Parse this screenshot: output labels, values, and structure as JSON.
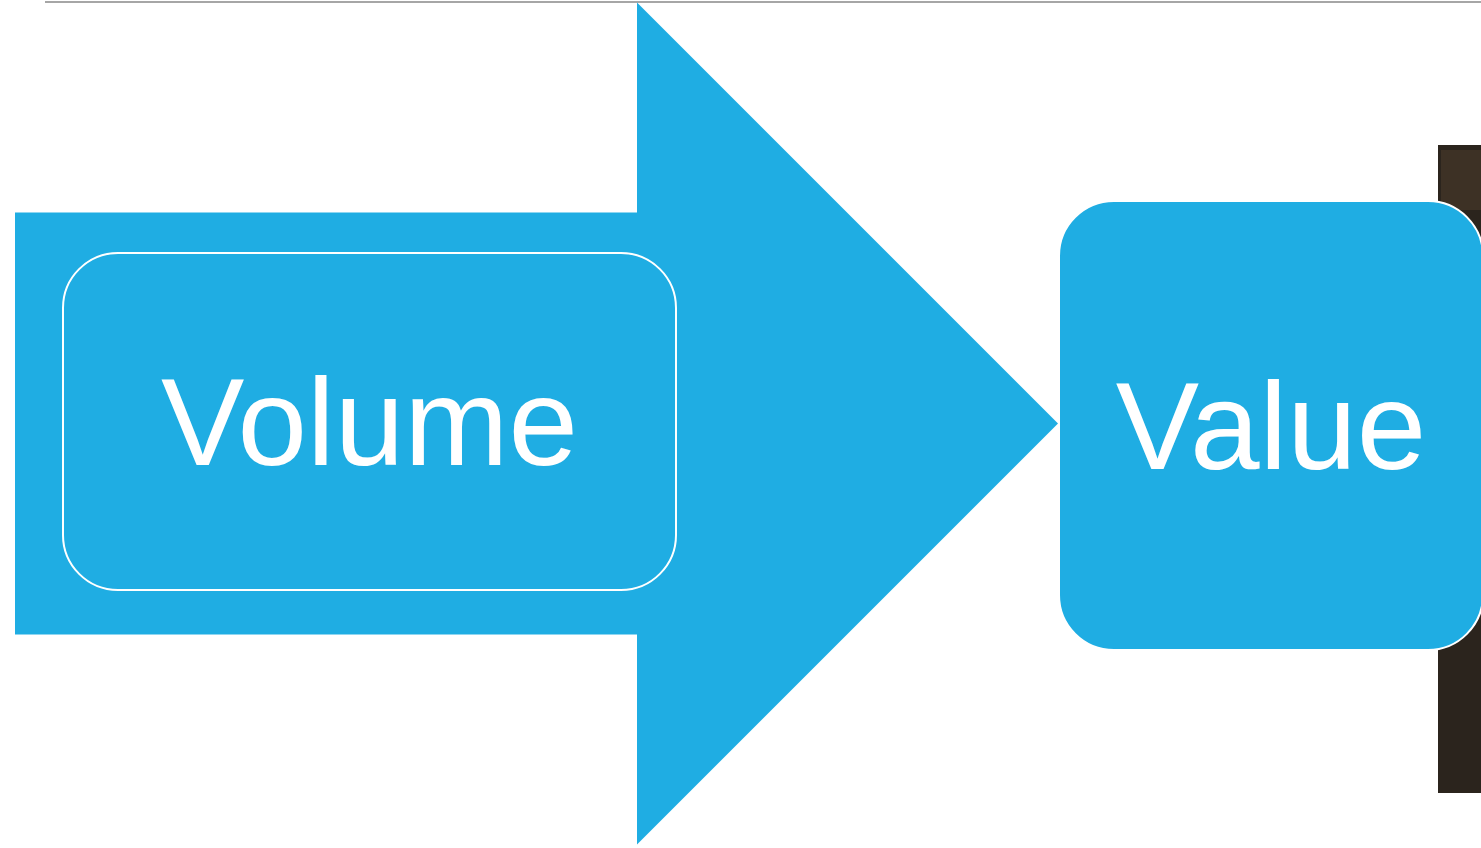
{
  "diagram": {
    "nodes": [
      {
        "text": [
          "Volume"
        ]
      },
      {
        "text": [
          "Value"
        ]
      }
    ],
    "edges": [
      {
        "from": 0,
        "to": 1,
        "arrow": "to"
      }
    ]
  }
}
